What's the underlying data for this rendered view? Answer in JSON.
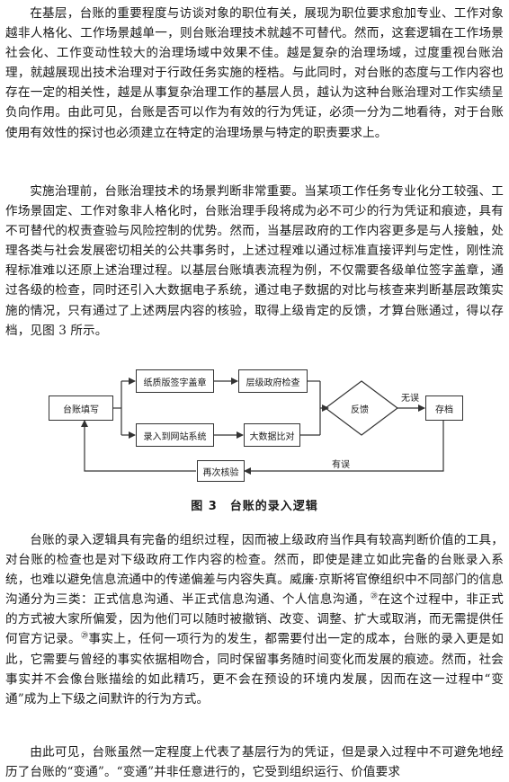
{
  "paragraphs": {
    "p1": "在基层，台账的重要程度与访谈对象的职位有关，展现为职位要求愈加专业、工作对象越非人格化、工作场景越单一，则台账治理技术就越不可替代。然而，这套逻辑在工作场景社会化、工作变动性较大的治理场域中效果不佳。越是复杂的治理场域，过度重视台账治理，就越展现出技术治理对于行政任务实施的桎梏。与此同时，对台账的态度与工作内容也存在一定的相关性，越是从事复杂治理工作的基层人员，越认为这种台账治理对工作实绩呈负向作用。由此可见，台账是否可以作为有效的行为凭证，必须一分为二地看待，对于台账使用有效性的探讨也必须建立在特定的治理场景与特定的职责要求上。",
    "p2": "实施治理前，台账治理技术的场景判断非常重要。当某项工作任务专业化分工较强、工作场景固定、工作对象非人格化时，台账治理手段将成为必不可少的行为凭证和痕迹，具有不可替代的权责查验与风险控制的优势。然而，当基层政府的工作内容更多是与人接触，处理各类与社会发展密切相关的公共事务时，上述过程难以通过标准直接评判与定性，刚性流程标准难以还原上述治理过程。以基层台账填表流程为例，不仅需要各级单位签字盖章，通过各级的检查，同时还引入大数据电子系统，通过电子数据的对比与核查来判断基层政策实施的情况，只有通过了上述两层内容的核验，取得上级肯定的反馈，才算台账通过，得以存档，见图 3 所示。",
    "p3a": "台账的录入逻辑具有完备的组织过程，因而被上级政府当作具有较高判断价值的工具，对台账的检查也是对下级政府工作内容的检查。然而，即使是建立如此完备的台账录入系统，也难以避免信息流通中的传递偏差与内容失真。威廉·京斯将官僚组织中不同部门的信息沟通分为三类：正式信息沟通、半正式信息沟通、个人信息沟通，",
    "p3_sup1": "㉘",
    "p3b": "在这个过程中，非正式的方式被大家所偏爱，因为他们可以随时被撤销、改变、调整、扩大或取消，而无需提供任何官方记录。",
    "p3_sup2": "㉙",
    "p3c": "事实上，任何一项行为的发生，都需要付出一定的成本，台账的录入更是如此，它需要与曾经的事实依据相吻合，同时保留事务随时间变化而发展的痕迹。然而，社会事实并不会像台账描绘的如此精巧，更不会在预设的环境内发展，因而在这一过程中“变通”成为上下级之间默许的行为方式。",
    "p4": "由此可见，台账虽然一定程度上代表了基层行为的凭证，但是录入过程中不可避免地经历了台账的“变通”。“变通”并非任意进行的，它受到组织运行、价值要求"
  },
  "diagram": {
    "nodes": {
      "fill": "台账填写",
      "paper": "纸质版签字盖章",
      "review": "层级政府检查",
      "online": "录入到网站系统",
      "bigdata": "大数据比对",
      "feedback": "反馈",
      "archive": "存档",
      "recheck": "再次核验"
    },
    "edge_labels": {
      "no_error": "无误",
      "has_error": "有误"
    }
  },
  "figure_caption": "图 3　台账的录入逻辑"
}
